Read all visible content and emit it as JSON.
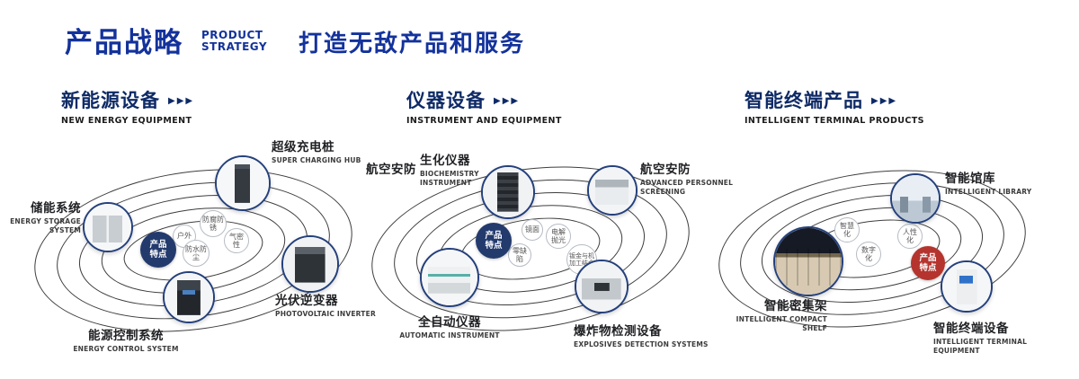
{
  "header": {
    "title_zh": "产品战略",
    "title_en": [
      "PRODUCT",
      "STRATEGY"
    ],
    "slogan": "打造无敌产品和服务"
  },
  "icons": {
    "triple_arrow": "▶▶▶"
  },
  "colors": {
    "primary_blue": "#13329b",
    "navy_title": "#0e2a66",
    "badge_navy": "#233a6d",
    "badge_red": "#b5342e",
    "orbit_line": "#3d3d3d"
  },
  "sections": [
    {
      "title_zh": "新能源设备",
      "title_en": "NEW ENERGY EQUIPMENT",
      "badge_label": "产品特点",
      "badge_color": "#233a6d",
      "features": [
        "户外",
        "防腐防锈",
        "气密性",
        "防水防尘"
      ],
      "products": [
        {
          "zh": "储能系统",
          "en": "ENERGY STORAGE SYSTEM"
        },
        {
          "zh": "超级充电桩",
          "en": "SUPER CHARGING HUB"
        },
        {
          "zh": "光伏逆变器",
          "en": "PHOTOVOLTAIC INVERTER"
        },
        {
          "zh": "能源控制系统",
          "en": "ENERGY CONTROL SYSTEM"
        }
      ]
    },
    {
      "title_zh": "仪器设备",
      "title_en": "INSTRUMENT AND EQUIPMENT",
      "badge_label": "产品特点",
      "badge_color": "#233a6d",
      "side_label": "航空安防",
      "features": [
        "镜面",
        "电解抛光",
        "零缺陷",
        "钣金与机加工结合"
      ],
      "products": [
        {
          "zh": "生化仪器",
          "en": "BIOCHEMISTRY INSTRUMENT"
        },
        {
          "zh": "航空安防",
          "en": "ADVANCED PERSONNEL SCREENING"
        },
        {
          "zh": "全自动仪器",
          "en": "AUTOMATIC INSTRUMENT"
        },
        {
          "zh": "爆炸物检测设备",
          "en": "EXPLOSIVES DETECTION SYSTEMS"
        }
      ]
    },
    {
      "title_zh": "智能终端产品",
      "title_en": "INTELLIGENT TERMINAL PRODUCTS",
      "badge_label": "产品特点",
      "badge_color": "#b5342e",
      "features": [
        "智慧化",
        "人性化",
        "数字化"
      ],
      "products": [
        {
          "zh": "智能馆库",
          "en": "INTELLIGENT LIBRARY"
        },
        {
          "zh": "智能密集架",
          "en": "INTELLIGENT COMPACT SHELF"
        },
        {
          "zh": "智能终端设备",
          "en": "INTELLIGENT TERMINAL EQUIPMENT"
        }
      ]
    }
  ]
}
